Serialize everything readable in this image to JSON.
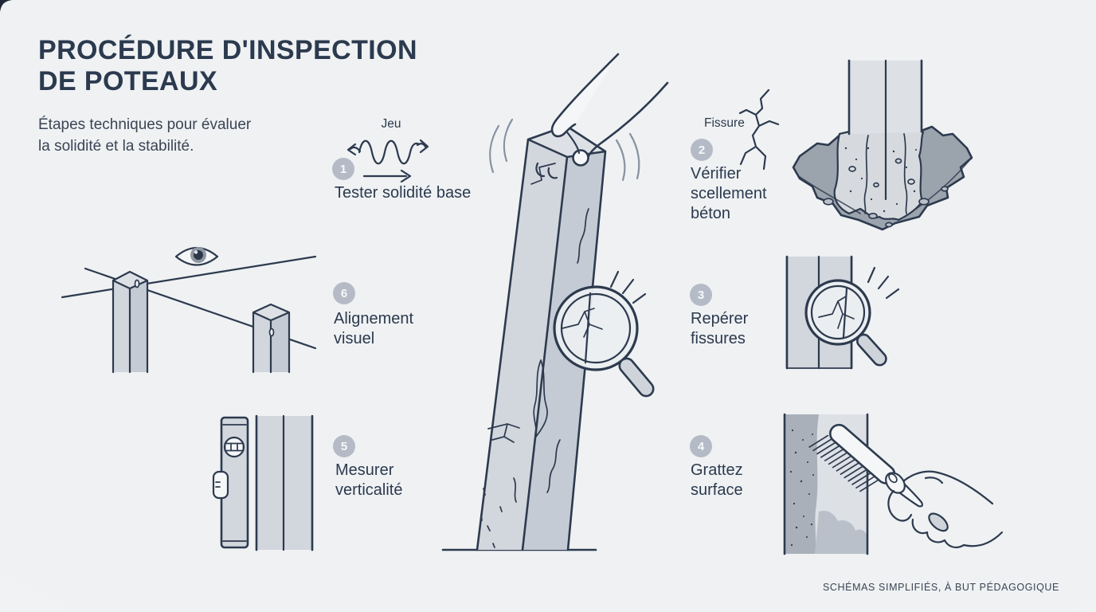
{
  "header": {
    "title_line1": "PROCÉDURE D'INSPECTION",
    "title_line2": "DE POTEAUX",
    "subtitle_line1": "Étapes techniques pour évaluer",
    "subtitle_line2": "la solidité et la stabilité."
  },
  "steps": [
    {
      "number": "1",
      "label": "Tester solidité base",
      "annotation": "Jeu"
    },
    {
      "number": "2",
      "label": "Vérifier scellement béton",
      "annotation": "Fissure"
    },
    {
      "number": "3",
      "label": "Repérer fissures"
    },
    {
      "number": "4",
      "label": "Grattez surface"
    },
    {
      "number": "5",
      "label": "Mesurer verticalité"
    },
    {
      "number": "6",
      "label": "Alignement visuel"
    }
  ],
  "footer": {
    "note": "SCHÉMAS SIMPLIFIÉS, À BUT PÉDAGOGIQUE"
  },
  "colors": {
    "ink": "#2d3a4e",
    "ink_strong": "#2b3a4e",
    "ink_soft": "#3a4554",
    "background": "#eff1f3",
    "badge": "#b4bbc6",
    "pole": "#d2d6dd",
    "pole_dark": "#c5cbd4",
    "pole_cap": "#dde1e6",
    "concrete": "#9ba3ad",
    "concrete_light": "#d6dade",
    "skin": "#f5f6f8",
    "handle": "#cfd4db",
    "lens": "#ebeef1",
    "arc": "#8792a0",
    "scraped": "#a9b0b9",
    "stain": "#b9c0c9"
  }
}
